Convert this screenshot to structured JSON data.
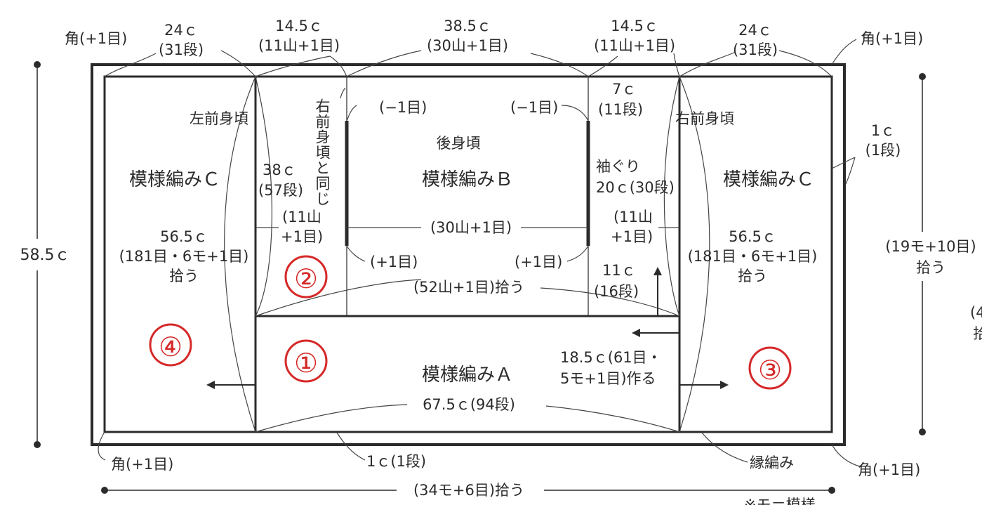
{
  "labels": {
    "corner_tl": "角(+1目)",
    "corner_tr": "角(+1目)",
    "corner_bl": "角(+1目)",
    "corner_br": "角(+1目)",
    "top_left_w": "24ｃ",
    "top_left_rows": "(31段)",
    "top_mid_left_w": "14.5ｃ",
    "top_mid_left_st": "(11山+1目)",
    "top_center_w": "38.5ｃ",
    "top_center_st": "(30山+1目)",
    "top_mid_right_w": "14.5ｃ",
    "top_mid_right_st": "(11山+1目)",
    "top_right_w": "24ｃ",
    "top_right_rows": "(31段)",
    "left_front": "左前身頃",
    "right_front": "右前身頃",
    "same_as_right_front": "右前身頃と同じ",
    "back_body": "後身頃",
    "pattern_c_left": "模様編みＣ",
    "pattern_c_right": "模様編みＣ",
    "pattern_b": "模様編みＢ",
    "pattern_a": "模様編みＡ",
    "minus1_left": "(−1目)",
    "minus1_right": "(−1目)",
    "plus1_left": "(+1目)",
    "plus1_right": "(+1目)",
    "armhole_7c": "7ｃ",
    "armhole_11rows": "(11段)",
    "armhole": "袖ぐり",
    "armhole_20c": "20ｃ(30段)",
    "h38c": "38ｃ",
    "h57rows": "(57段)",
    "st_11m_l1": "(11山",
    "st_11m_l2": "+1目)",
    "st_11m_r1": "(11山",
    "st_11m_r2": "+1目)",
    "st_30m": "(30山+1目)",
    "left_c_w": "56.5ｃ",
    "left_c_st": "(181目・6モ+1目)",
    "left_c_pick": "拾う",
    "right_c_w": "56.5ｃ",
    "right_c_st": "(181目・6モ+1目)",
    "right_c_pick": "拾う",
    "pick_52": "(52山+1目)拾う",
    "h11c": "11ｃ",
    "h16rows": "(16段)",
    "cast_on_1": "18.5ｃ(61目・",
    "cast_on_2": "5モ+1目)作る",
    "a_len": "67.5ｃ(94段)",
    "height_total": "58.5ｃ",
    "edge_1c": "1ｃ",
    "edge_1row": "(1段)",
    "right_pick_1": "(19モ+10目)",
    "right_pick_2": "拾う",
    "bottom_1c": "1ｃ(1段)",
    "border": "縁編み",
    "bottom_pick": "(34モ+6目)拾う",
    "cut_right_1": "(4",
    "cut_right_2": "拾",
    "cut_bottom": "※モ＝模様"
  },
  "step_numbers": [
    "①",
    "②",
    "③",
    "④"
  ],
  "colors": {
    "step_number": "#d62828",
    "line": "#2b2b2b"
  }
}
